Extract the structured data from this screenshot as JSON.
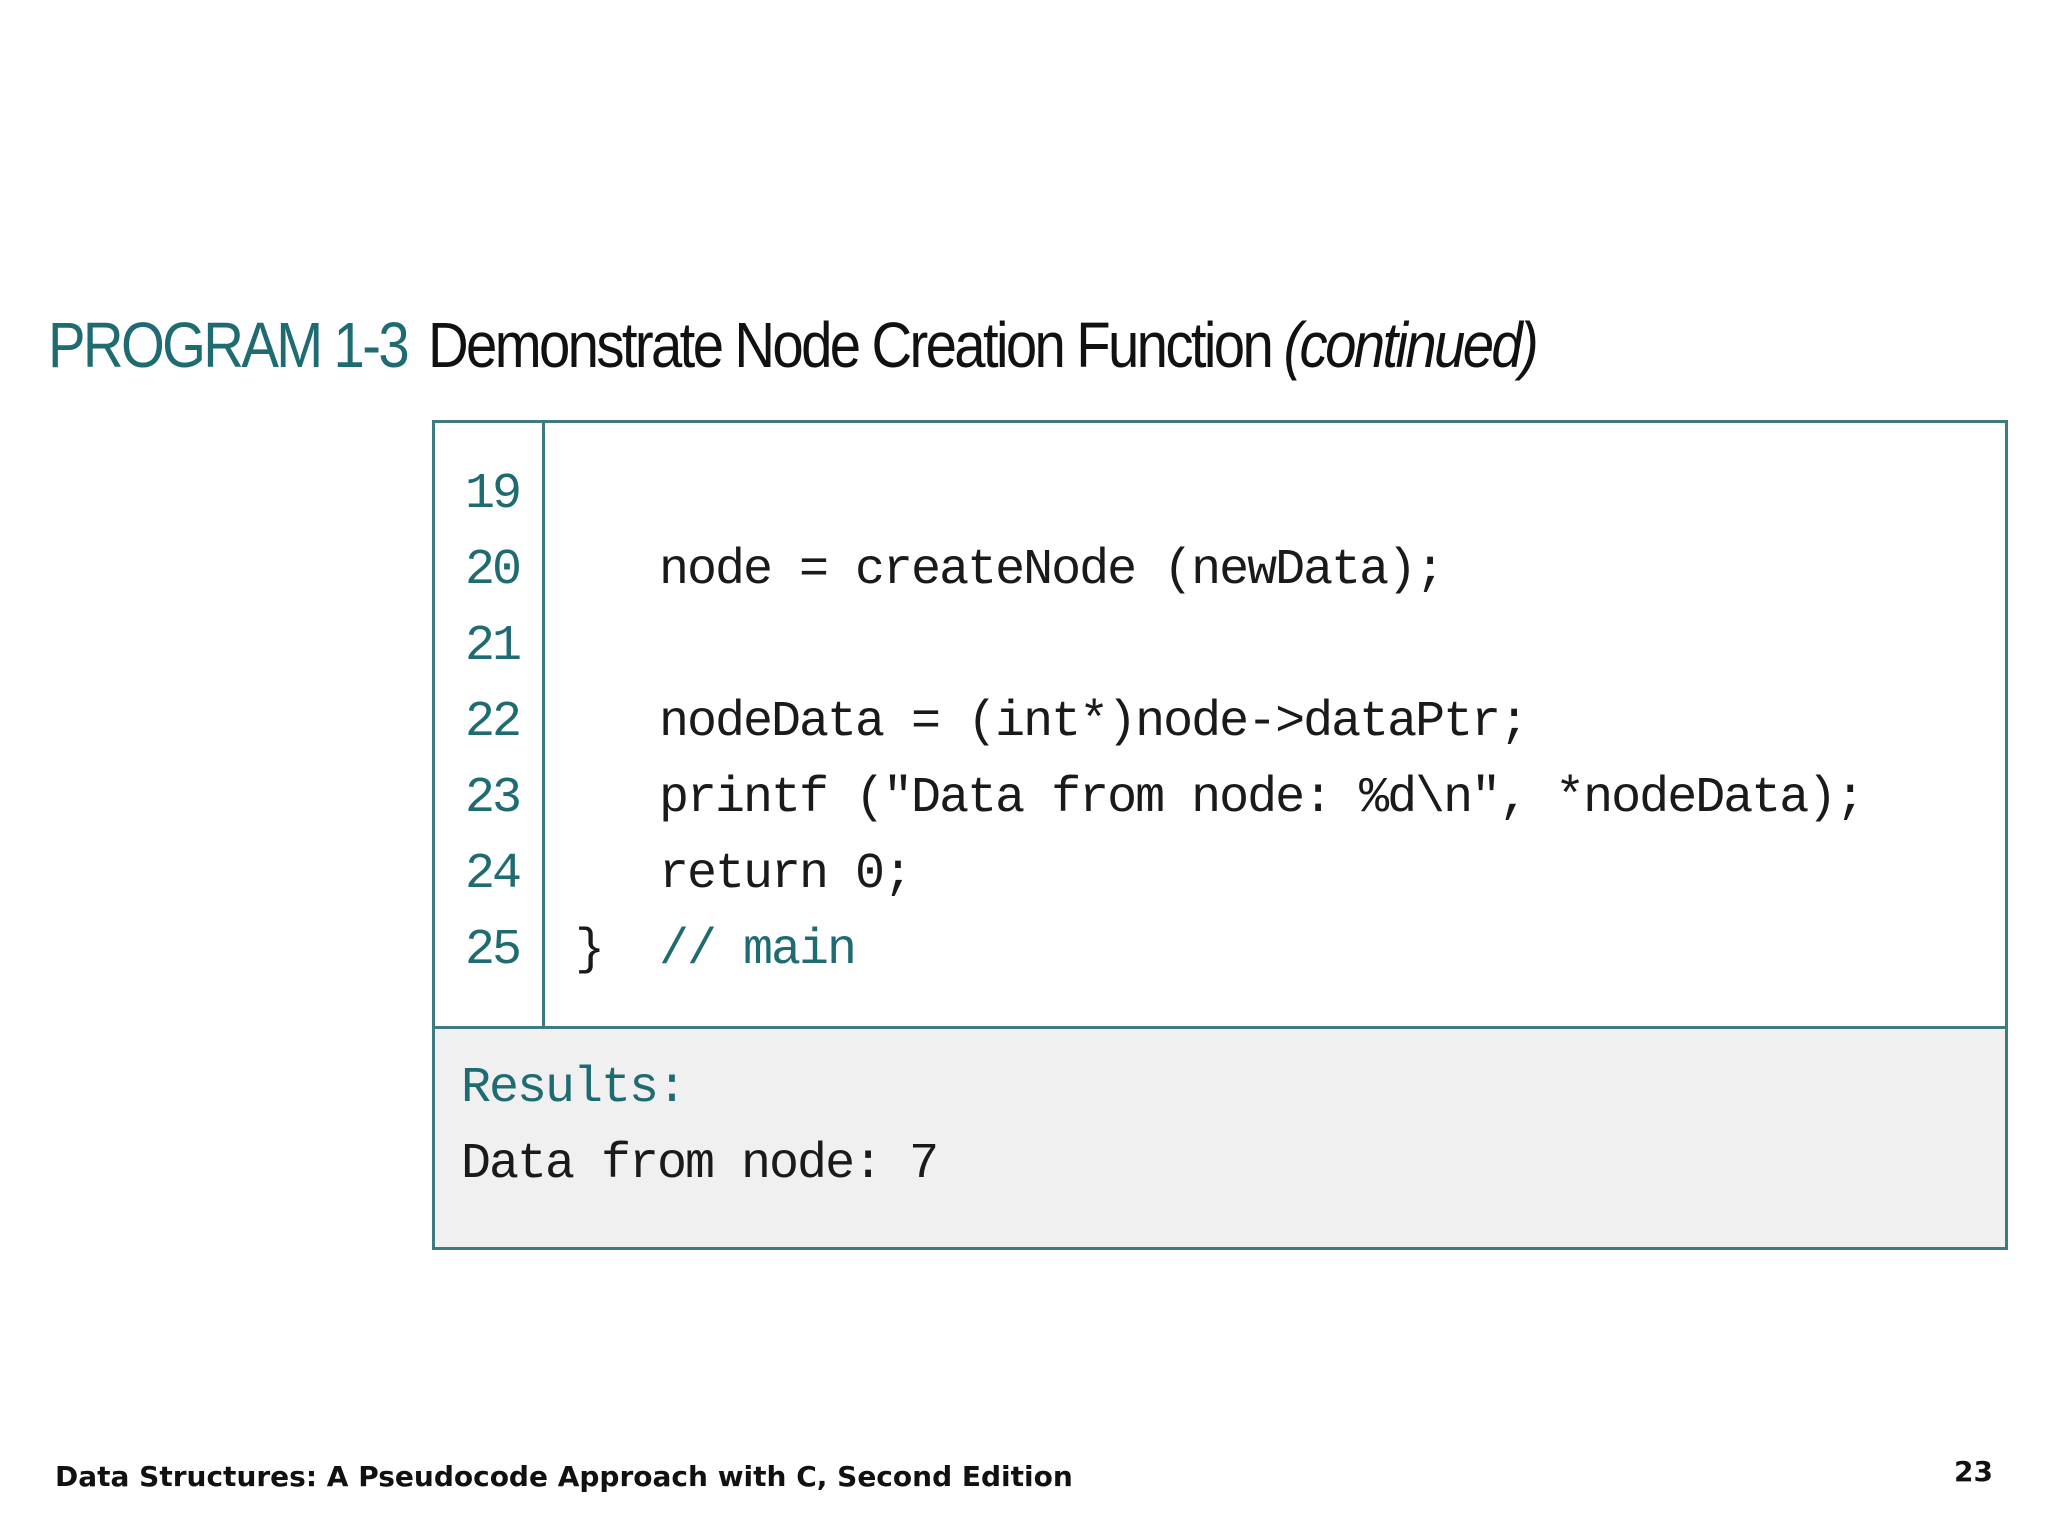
{
  "heading": {
    "label": "PROGRAM 1-3",
    "title": "Demonstrate Node Creation Function",
    "continued": "(continued)"
  },
  "code": {
    "lines": [
      {
        "num": "19",
        "indent": "",
        "text": "",
        "comment": ""
      },
      {
        "num": "20",
        "indent": "   ",
        "text": "node = createNode (newData);",
        "comment": ""
      },
      {
        "num": "21",
        "indent": "",
        "text": "",
        "comment": ""
      },
      {
        "num": "22",
        "indent": "   ",
        "text": "nodeData = (int*)node->dataPtr;",
        "comment": ""
      },
      {
        "num": "23",
        "indent": "   ",
        "text": "printf (\"Data from node: %d\\n\", *nodeData);",
        "comment": ""
      },
      {
        "num": "24",
        "indent": "   ",
        "text": "return 0;",
        "comment": ""
      },
      {
        "num": "25",
        "indent": "",
        "text": "}  ",
        "comment": "// main"
      }
    ]
  },
  "results": {
    "label": "Results:",
    "output": "Data from node: 7"
  },
  "footer": {
    "book_title": "Data Structures: A Pseudocode Approach with C, Second Edition",
    "page_number": "23"
  }
}
